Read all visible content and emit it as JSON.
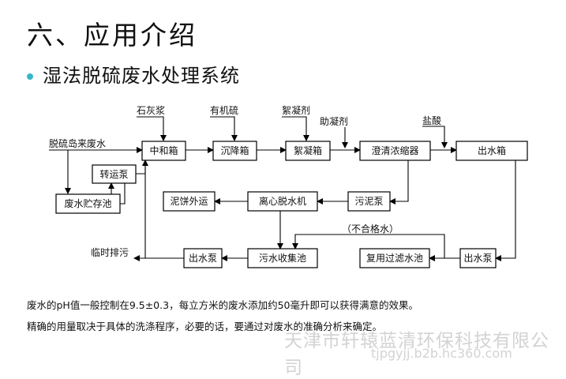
{
  "title": "六、应用介绍",
  "subtitle": "湿法脱硫废水处理系统",
  "diagram": {
    "boxes": {
      "zhonghe": "中和箱",
      "chenjiang": "沉降箱",
      "xuning": "絮凝箱",
      "chengqing": "澄清浓缩器",
      "chushui_top": "出水箱",
      "zhuanyun": "转运泵",
      "zhucun": "废水贮存池",
      "nibing": "泥饼外运",
      "lixin": "离心脱水机",
      "wunibeng": "污泥泵",
      "chushuibeng_left": "出水泵",
      "wushui": "污水收集池",
      "fuyong": "复用过滤水池",
      "chushuibeng_right": "出水泵"
    },
    "labels": {
      "source": "脱硫岛来废水",
      "shihuijiang": "石灰浆",
      "youjiliu": "有机硫",
      "xuningji": "絮凝剂",
      "zhuningji": "助凝剂",
      "yansuan": "盐酸",
      "linshi": "临时排污",
      "buhege": "（不合格水）"
    }
  },
  "notes": [
    "废水的pH值一般控制在9.5±0.3，每立方米的废水添加约50毫升即可以获得满意的效果。",
    "精确的用量取决于具体的洗涤程序，必要的话，要通过对废水的准确分析来确定。"
  ],
  "watermark": {
    "line1": "天津市轩辕蓝清环保科技有限公司",
    "line2": "tjpgyjj.b2b.hc360.com"
  }
}
